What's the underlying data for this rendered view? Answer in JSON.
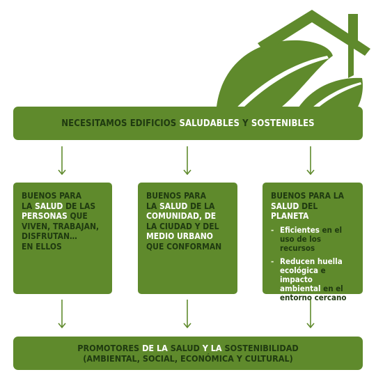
{
  "colors": {
    "primary_green": "#5f8a2c",
    "dark_text": "#1f3a10",
    "white_text": "#ffffff",
    "arrow": "#5f8a2c"
  },
  "icons": {
    "illustration": "house-with-leaves",
    "connector": "arrow-down"
  },
  "header": {
    "p1": "NECESITAMOS EDIFICIOS ",
    "p2": "SALUDABLES",
    "p3": " Y ",
    "p4": "SOSTENIBLES"
  },
  "cards": [
    {
      "l1": "BUENOS PARA",
      "l2a": "LA ",
      "l2b": "SALUD",
      "l2c": " DE LAS",
      "l3a": "PERSONAS",
      "l3b": " QUE",
      "l4": "VIVEN, TRABAJAN,",
      "l5": "DISFRUTAN…",
      "l6": "EN ELLOS"
    },
    {
      "l1": "BUENOS PARA",
      "l2a": "LA ",
      "l2b": "SALUD",
      "l2c": " DE LA",
      "l3": "COMUNIDAD, DE",
      "l4": "LA CIUDAD Y DEL",
      "l5": "MEDIO URBANO",
      "l6": "QUE CONFORMAN"
    },
    {
      "l1": "BUENOS PARA LA",
      "l2a": "SALUD",
      "l2b": " DEL ",
      "l2c": "PLANETA",
      "bullets": [
        {
          "dash": "-",
          "a": "Eficientes",
          "b": " en el uso de los recursos"
        },
        {
          "dash": "-",
          "a": "Reducen huella ecológica",
          "b": " e ",
          "c": "impacto ambiental",
          "d": " en el entorno cercano"
        }
      ]
    }
  ],
  "footer": {
    "p1": "PROMOTORES",
    "p2": " DE LA ",
    "p3": "SALUD",
    "p4": " Y LA ",
    "p5": "SOSTENIBILIDAD",
    "line2": "(AMBIENTAL, SOCIAL, ECONÓMICA Y CULTURAL)"
  }
}
